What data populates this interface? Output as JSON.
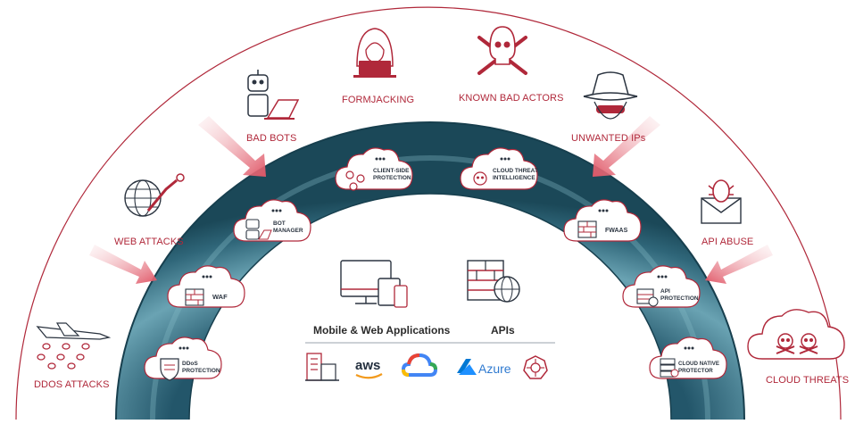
{
  "colors": {
    "accent_red": "#b0283a",
    "ring_dark": "#1f4e5f",
    "ring_light": "#4f8e9f",
    "cloud_border": "#b0283a",
    "text_dark": "#2b3440"
  },
  "threats": {
    "formjacking": "FORMJACKING",
    "known_bad_actors": "KNOWN BAD ACTORS",
    "bad_bots": "BAD BOTS",
    "unwanted_ips": "UNWANTED IPs",
    "web_attacks": "WEB ATTACKS",
    "api_abuse": "API ABUSE",
    "ddos_attacks": "DDOS ATTACKS",
    "cloud_threats": "CLOUD THREATS"
  },
  "services": {
    "client_side_protection": [
      "CLIENT-SIDE",
      "PROTECTION"
    ],
    "cloud_threat_intelligence": [
      "CLOUD THREAT",
      "INTELLIGENCE"
    ],
    "bot_manager": [
      "BOT",
      "MANAGER"
    ],
    "fwaas": [
      "FWAAS"
    ],
    "waf": [
      "WAF"
    ],
    "api_protection": [
      "API",
      "PROTECTION"
    ],
    "ddos_protection": [
      "DDoS",
      "PROTECTION"
    ],
    "cloud_native_protector": [
      "CLOUD NATIVE",
      "PROTECTOR"
    ]
  },
  "center": {
    "mobile_web_label": "Mobile & Web Applications",
    "apis_label": "APIs"
  },
  "platforms": {
    "aws": "aws",
    "azure": "Azure"
  },
  "icons": [
    "hacker-laptop-icon",
    "skull-crossbones-icon",
    "robot-laptop-icon",
    "spy-hat-icon",
    "globe-attack-icon",
    "bug-envelope-icon",
    "jet-bombs-icon",
    "cloud-skulls-icon",
    "devices-icon",
    "firewall-globe-icon",
    "server-building-icon",
    "google-cloud-icon",
    "kubernetes-icon"
  ]
}
